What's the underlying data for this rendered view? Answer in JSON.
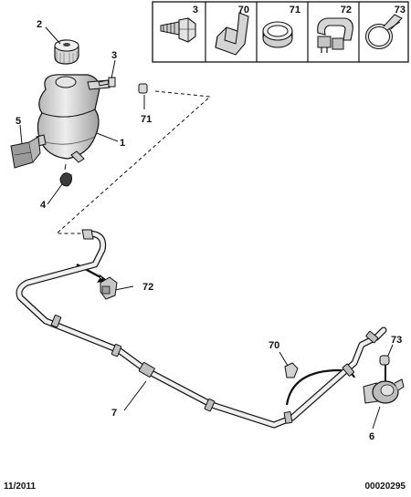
{
  "legend": {
    "items": [
      {
        "ref": "3",
        "part": "screw"
      },
      {
        "ref": "70",
        "part": "hose-clip"
      },
      {
        "ref": "71",
        "part": "hose-clamp"
      },
      {
        "ref": "72",
        "part": "pipe-bracket"
      },
      {
        "ref": "73",
        "part": "spring-clamp"
      }
    ]
  },
  "callouts": {
    "c1": "1",
    "c2": "2",
    "c3": "3",
    "c4": "4",
    "c5": "5",
    "c6": "6",
    "c7": "7",
    "c70": "70",
    "c71": "71",
    "c72": "72",
    "c73": "73"
  },
  "footer": {
    "date": "11/2011",
    "ref": "00020295"
  },
  "colors": {
    "line": "#111111",
    "tank_fill": "#d9d9d9",
    "part_fill": "#c8c8c8",
    "background": "#ffffff"
  }
}
